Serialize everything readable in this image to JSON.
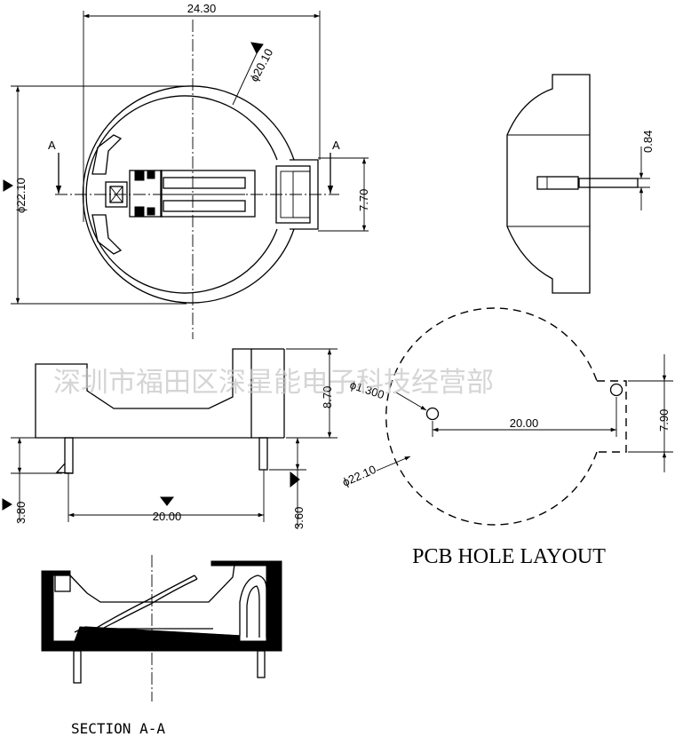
{
  "dimensions": {
    "width_top": "24.30",
    "ring_dia": "ϕ20.10",
    "outer_dia": "ϕ22.10",
    "tab_height": "7.70",
    "terminal_thickness": "0.84",
    "body_height": "8.70",
    "pin_length_left": "3.80",
    "pin_spacing": "20.00",
    "pin_length_right": "3.60",
    "hole_dia": "ϕ1.300",
    "hole_spacing": "20.00",
    "pcb_outline_dia": "ϕ22.10",
    "pcb_notch": "7.90"
  },
  "section_markers": {
    "left": "A",
    "right": "A"
  },
  "captions": {
    "pcb_layout": "PCB HOLE LAYOUT",
    "section": "SECTION  A-A"
  },
  "watermark": "深圳市福田区深星能电子科技经营部"
}
